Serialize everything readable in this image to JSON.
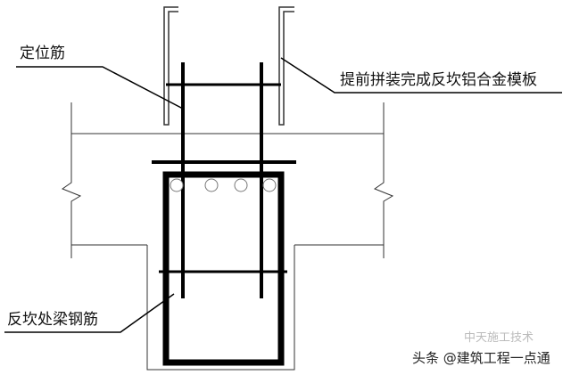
{
  "labels": {
    "positioning_bar": "定位筋",
    "formwork": "提前拼装完成反坎铝合金模板",
    "beam_rebar": "反坎处梁钢筋"
  },
  "watermark": {
    "source": "中天施工技术",
    "credit": "头条 @建筑工程一点通"
  }
}
